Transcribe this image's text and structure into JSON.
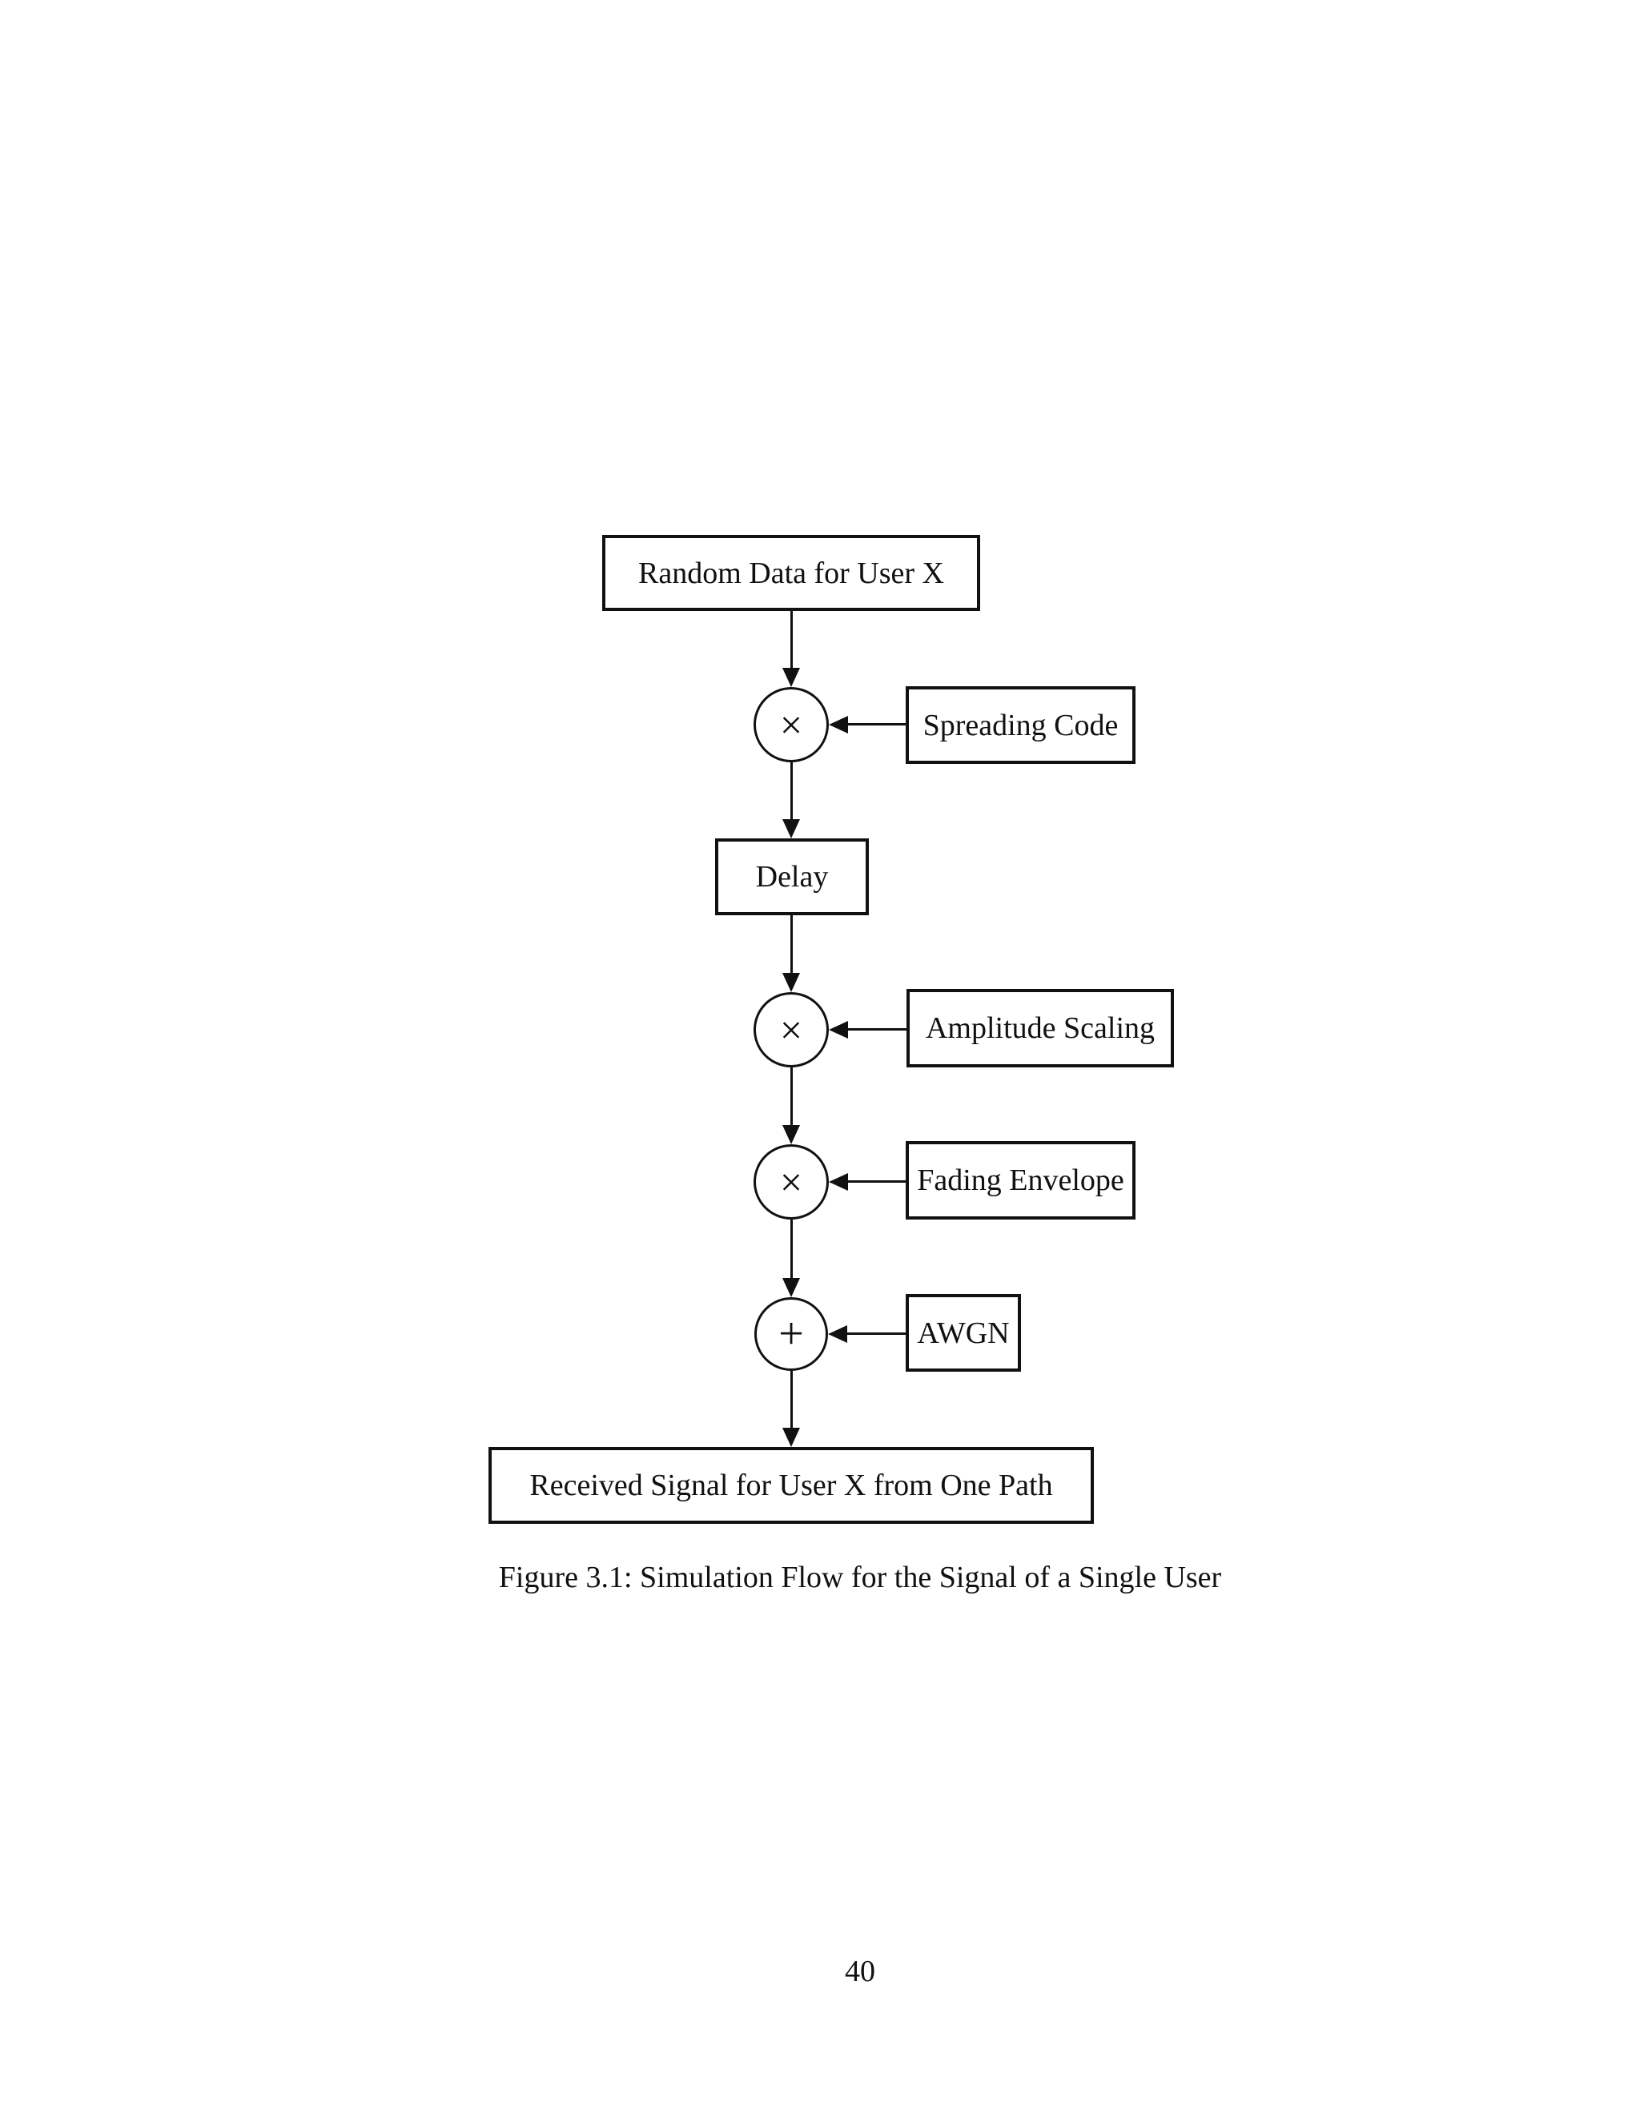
{
  "page": {
    "caption": "Figure 3.1: Simulation Flow for the Signal of a Single User",
    "page_number": "40"
  },
  "diagram": {
    "nodes": {
      "random_data": {
        "label": "Random Data for User X"
      },
      "spreading_code": {
        "label": "Spreading Code"
      },
      "delay": {
        "label": "Delay"
      },
      "amplitude_scaling": {
        "label": "Amplitude Scaling"
      },
      "fading_envelope": {
        "label": "Fading Envelope"
      },
      "awgn": {
        "label": "AWGN"
      },
      "received_signal": {
        "label": "Received Signal for User X from One Path"
      }
    },
    "operators": {
      "multiply_spreading": "×",
      "multiply_amplitude": "×",
      "multiply_fading": "×",
      "add_awgn": "+"
    },
    "colors": {
      "ink": "#111111",
      "paper": "#ffffff"
    }
  }
}
